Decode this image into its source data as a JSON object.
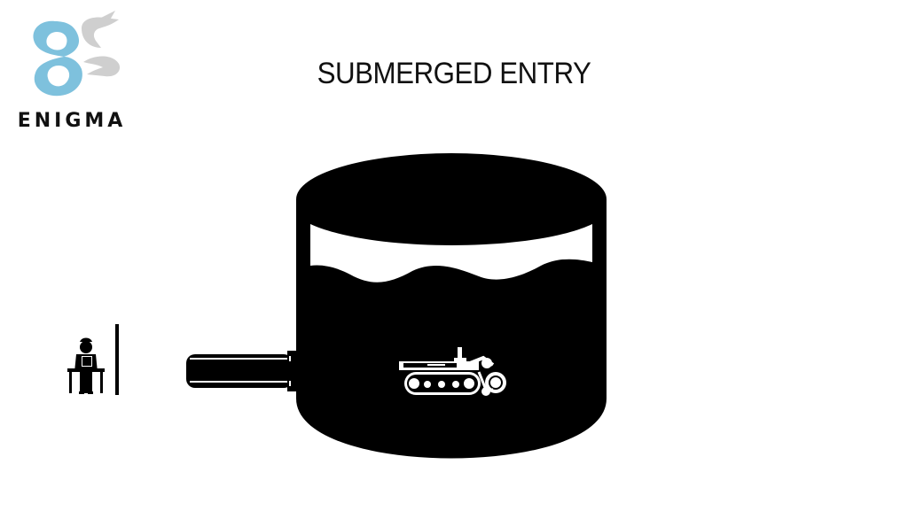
{
  "header": {
    "title": "SUBMERGED ENTRY"
  },
  "logo": {
    "text": "ENIGMA",
    "primary_color": "#7ec1dd",
    "secondary_color": "#cfcfcf"
  },
  "diagram": {
    "ink_color": "#000000",
    "paper_color": "#ffffff",
    "elements": [
      "operator-icon",
      "barrier",
      "entry-pipe",
      "storage-tank",
      "liquid-surface",
      "crawler-robot-icon"
    ]
  }
}
